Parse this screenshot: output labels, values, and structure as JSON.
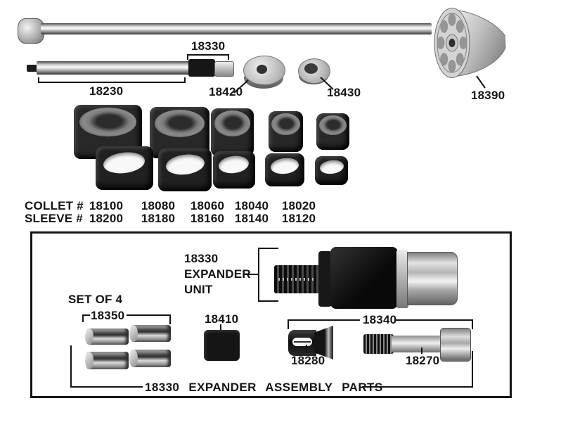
{
  "palette": {
    "background": "#ffffff",
    "ink": "#141414"
  },
  "labels": {
    "top_expander": "18330",
    "rod": "18230",
    "washer": "18420",
    "ring": "18430",
    "cone": "18390"
  },
  "table": {
    "collet_row": "COLLET #",
    "sleeve_row": "SLEEVE #",
    "collet_numbers": [
      "18100",
      "18080",
      "18060",
      "18040",
      "18020"
    ],
    "sleeve_numbers": [
      "18200",
      "18180",
      "18160",
      "18140",
      "18120"
    ]
  },
  "box": {
    "unit_label": {
      "line1": "18330",
      "line2": "EXPANDER",
      "line3": "UNIT"
    },
    "set_of_4": "SET OF 4",
    "pins": "18350",
    "block": "18410",
    "bracket": "18340",
    "collet": "18280",
    "bolt": "18270",
    "footer": "18330 EXPANDER ASSEMBLY PARTS"
  }
}
